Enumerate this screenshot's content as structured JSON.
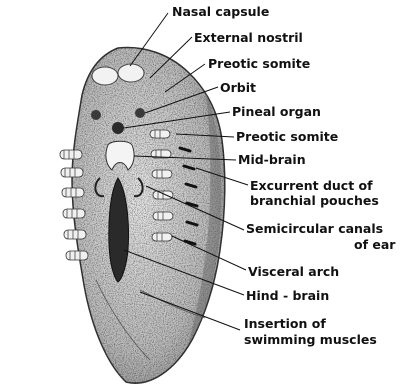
{
  "colors": {
    "ink": "#111111",
    "body_fill": "#cfcfcf",
    "body_dark": "#555555",
    "background": "#ffffff"
  },
  "labels": [
    {
      "id": "nasal-capsule",
      "text": "Nasal capsule"
    },
    {
      "id": "external-nostril",
      "text": "External nostril"
    },
    {
      "id": "preotic-somite-1",
      "text": "Preotic somite"
    },
    {
      "id": "orbit",
      "text": "Orbit"
    },
    {
      "id": "pineal-organ",
      "text": "Pineal organ"
    },
    {
      "id": "preotic-somite-2",
      "text": "Preotic somite"
    },
    {
      "id": "mid-brain",
      "text": "Mid-brain"
    },
    {
      "id": "excurrent-duct-1",
      "text": "Excurrent duct of"
    },
    {
      "id": "excurrent-duct-2",
      "text": "branchial pouches"
    },
    {
      "id": "semicircular-1",
      "text": "Semicircular canals"
    },
    {
      "id": "semicircular-2",
      "text": "of ear"
    },
    {
      "id": "visceral-arch",
      "text": "Visceral arch"
    },
    {
      "id": "hind-brain",
      "text": "Hind - brain"
    },
    {
      "id": "insertion-1",
      "text": "Insertion of"
    },
    {
      "id": "insertion-2",
      "text": "swimming muscles"
    }
  ]
}
